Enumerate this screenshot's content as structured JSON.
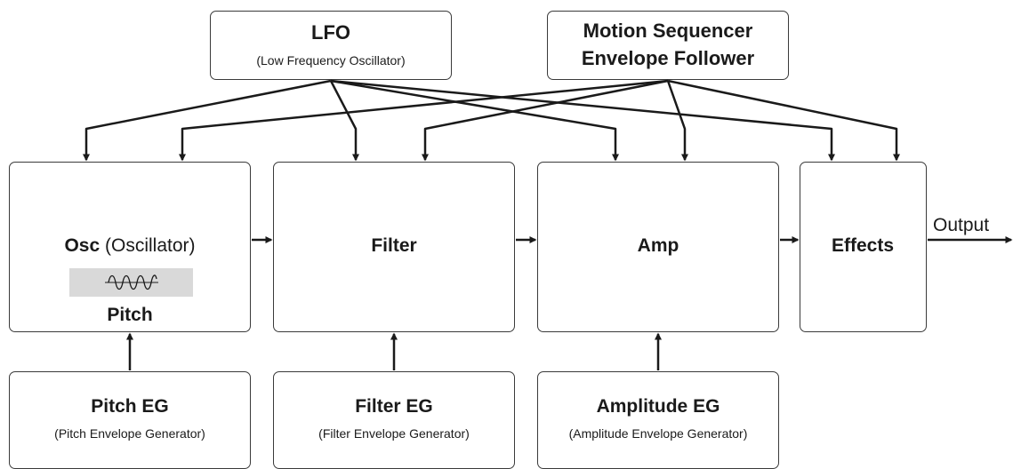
{
  "top": {
    "lfo": {
      "title": "LFO",
      "subtitle": "(Low Frequency Oscillator)"
    },
    "motion": {
      "line1": "Motion Sequencer",
      "line2": "Envelope Follower"
    }
  },
  "middle": {
    "osc": {
      "title_bold": "Osc",
      "title_rest": "(Oscillator)",
      "label": "Pitch"
    },
    "filter": {
      "title": "Filter"
    },
    "amp": {
      "title": "Amp"
    },
    "effects": {
      "title": "Effects"
    },
    "output": "Output"
  },
  "bottom": {
    "pitch_eg": {
      "title": "Pitch EG",
      "subtitle": "(Pitch Envelope Generator)"
    },
    "filter_eg": {
      "title": "Filter EG",
      "subtitle": "(Filter Envelope Generator)"
    },
    "amp_eg": {
      "title": "Amplitude EG",
      "subtitle": "(Amplitude Envelope Generator)"
    }
  },
  "icons": {
    "waveform": "sine-wave-icon"
  },
  "colors": {
    "stroke": "#1a1a1a",
    "waveform_bg": "#d9d9d9"
  }
}
